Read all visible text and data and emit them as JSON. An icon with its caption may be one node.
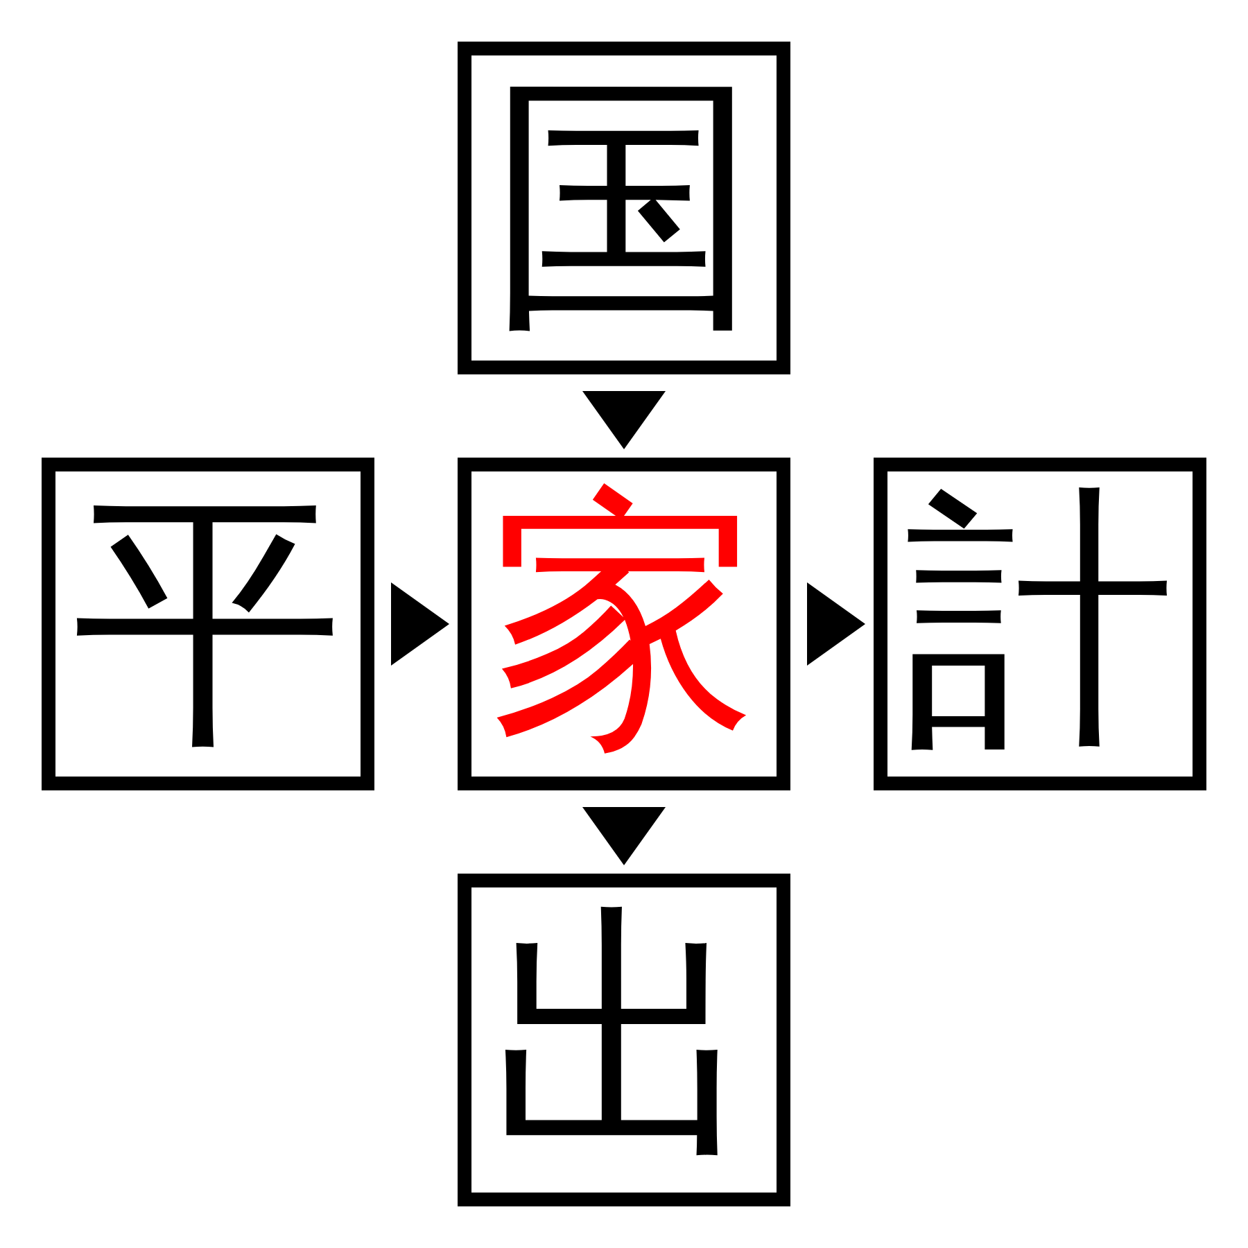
{
  "diagram": {
    "nodes": [
      {
        "text": [
          "国"
        ]
      },
      {
        "text": [
          "平"
        ]
      },
      {
        "text": [
          "家"
        ]
      },
      {
        "text": [
          "計"
        ]
      },
      {
        "text": [
          "出"
        ]
      }
    ],
    "edges": [
      {
        "from": 0,
        "to": 2,
        "arrow": "to"
      },
      {
        "from": 1,
        "to": 2,
        "arrow": "to"
      },
      {
        "from": 2,
        "to": 3,
        "arrow": "to"
      },
      {
        "from": 2,
        "to": 4,
        "arrow": "to"
      }
    ]
  }
}
